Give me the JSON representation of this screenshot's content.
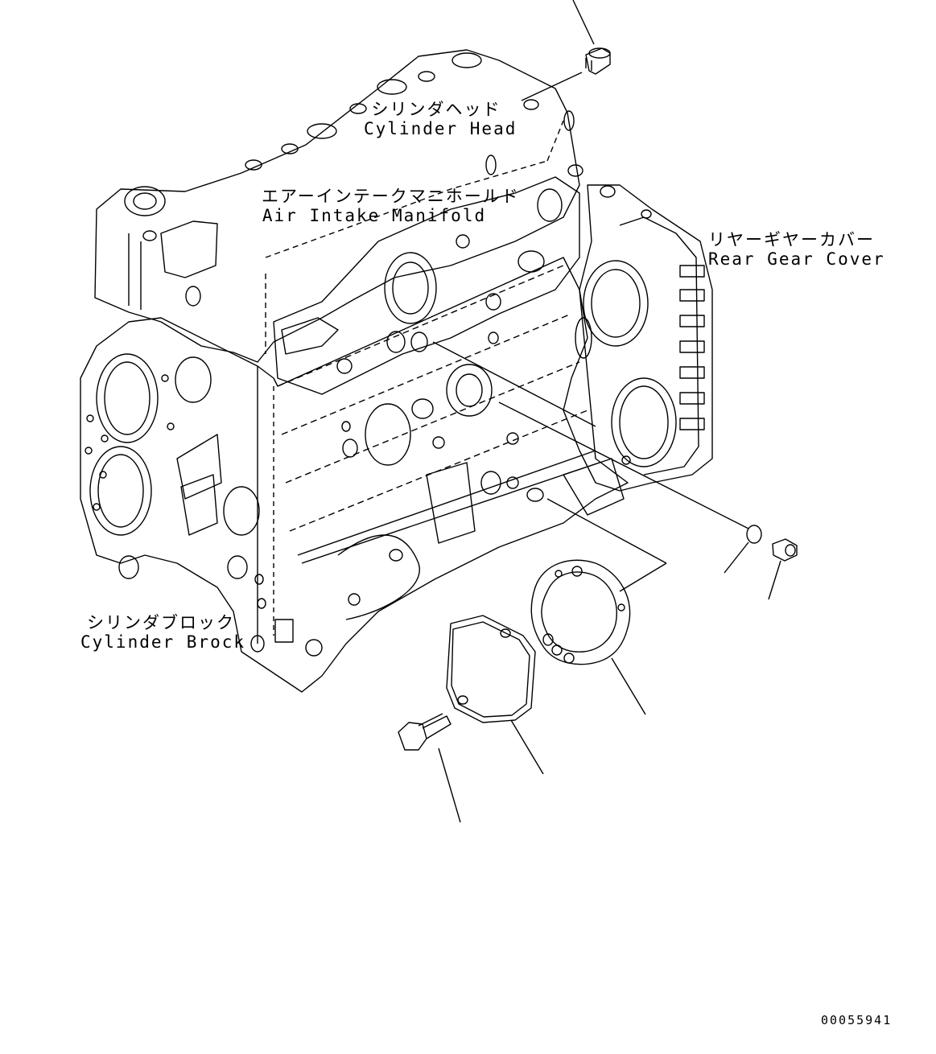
{
  "labels": {
    "cylinder_head": {
      "jp": "シリンダヘッド",
      "en": "Cylinder Head"
    },
    "air_intake_manifold": {
      "jp": "エアーインテークマニホールド",
      "en": "Air Intake Manifold"
    },
    "rear_gear_cover": {
      "jp": "リヤーギヤーカバー",
      "en": "Rear Gear Cover"
    },
    "cylinder_block": {
      "jp": "シリンダブロック",
      "en": "Cylinder Brock"
    }
  },
  "document_number": "00055941",
  "line_color": "#000000"
}
